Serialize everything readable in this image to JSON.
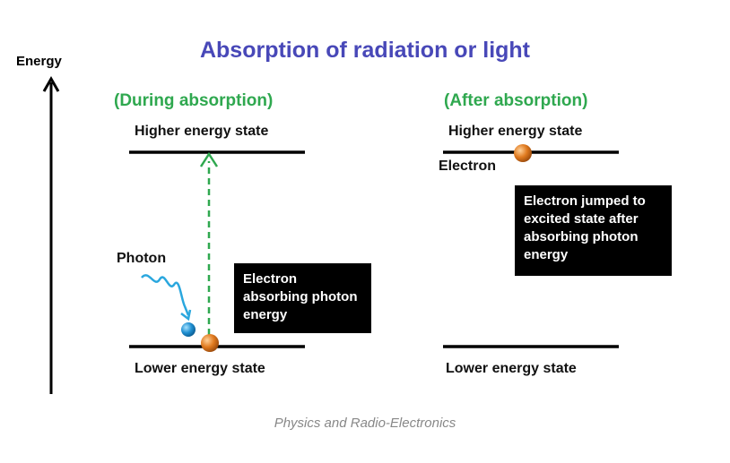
{
  "title": "Absorption of radiation or light",
  "axis": {
    "label": "Energy"
  },
  "during": {
    "heading": "(During absorption)",
    "upper_state": "Higher energy state",
    "lower_state": "Lower energy state",
    "photon_label": "Photon",
    "note": "Electron absorbing photon energy"
  },
  "after": {
    "heading": "(After absorption)",
    "upper_state": "Higher energy state",
    "lower_state": "Lower energy state",
    "electron_label": "Electron",
    "note": "Electron jumped to excited state after absorbing photon energy"
  },
  "credit": "Physics and Radio-Electronics",
  "colors": {
    "title": "#4848b8",
    "heading": "#2fa84f",
    "transition_arrow": "#2fa84f",
    "photon_wave": "#2aa7de",
    "photon": "#1f8fd1",
    "electron": "#e07a1f"
  }
}
